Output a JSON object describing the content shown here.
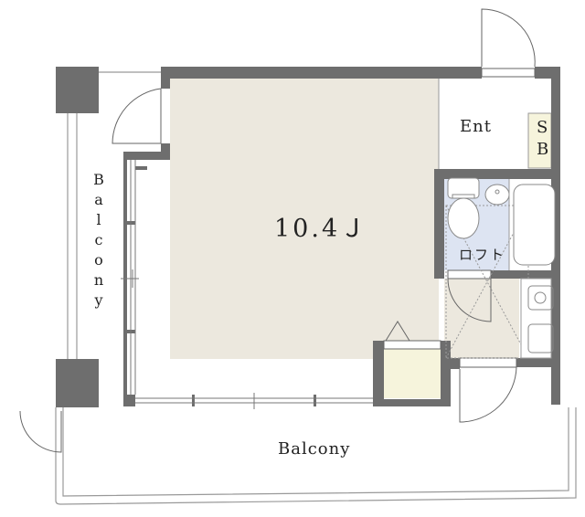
{
  "floor_plan": {
    "main_room": {
      "size_label": "10.4Ｊ"
    },
    "entrance": {
      "label": "Ent"
    },
    "shoe_box": {
      "label": "SB"
    },
    "loft": {
      "label": "ロフト"
    },
    "balcony_side": {
      "label": "Balcony"
    },
    "balcony_bottom": {
      "label": "Balcony"
    }
  },
  "colors": {
    "wall": "#6e6e6e",
    "room_floor": "#ece8de",
    "wet_area": "#dde4f2",
    "storage": "#f6f4dc"
  }
}
